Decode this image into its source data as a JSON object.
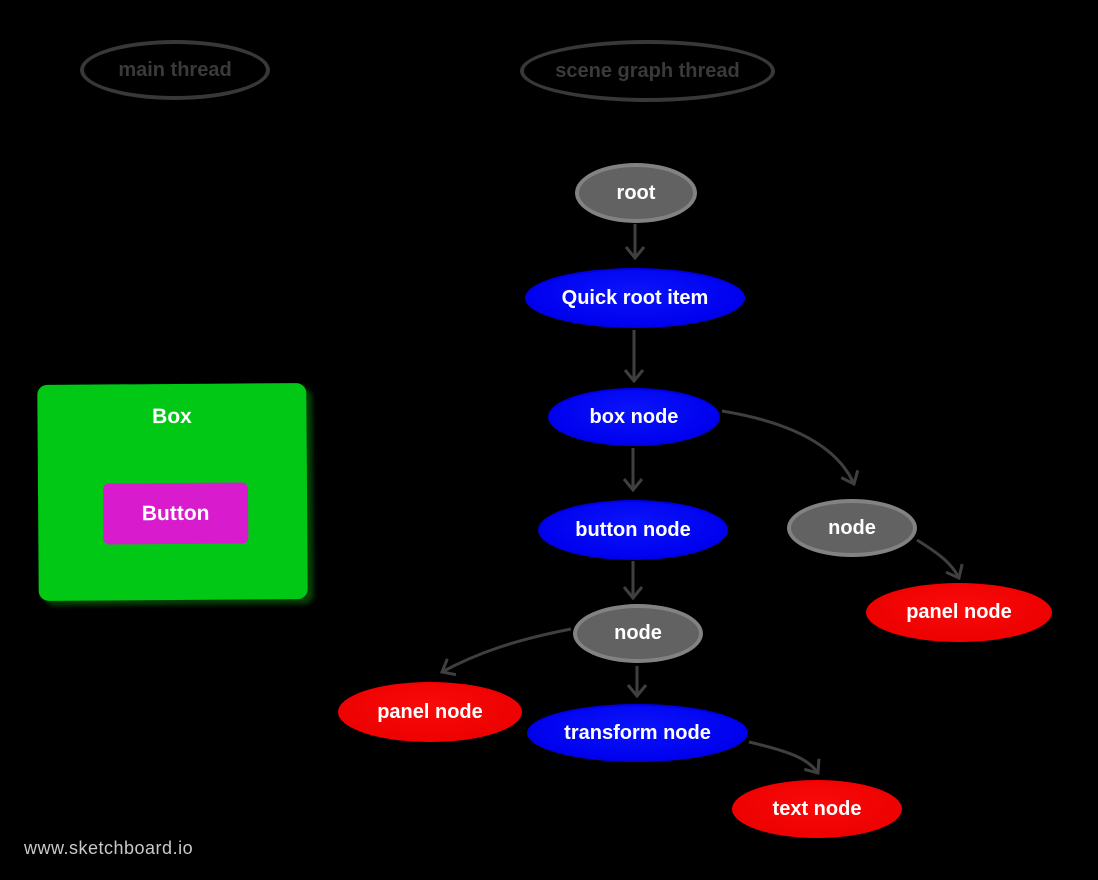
{
  "app": {
    "watermark": "www.sketchboard.io"
  },
  "colors": {
    "background": "#000000",
    "node_blue": "#0000ee",
    "node_gray": "#626262",
    "node_red": "#ec0000",
    "edge_stroke": "#3f3f3f",
    "thread_outline": "#383838",
    "box_green": "#00c814",
    "button_magenta": "#d81ccd",
    "watermark_text": "#c9c9c9",
    "node_text": "#ffffff"
  },
  "diagram": {
    "threads": [
      {
        "id": "main-thread",
        "label": "main thread"
      },
      {
        "id": "scene-graph-thread",
        "label": "scene graph thread"
      }
    ],
    "nodes": [
      {
        "id": "root",
        "label": "root",
        "kind": "internal",
        "color": "#626262"
      },
      {
        "id": "quick-root-item",
        "label": "Quick root item",
        "kind": "item",
        "color": "#0000ee"
      },
      {
        "id": "box-node",
        "label": "box node",
        "kind": "item",
        "color": "#0000ee"
      },
      {
        "id": "button-node",
        "label": "button node",
        "kind": "item",
        "color": "#0000ee"
      },
      {
        "id": "node-1",
        "label": "node",
        "kind": "internal",
        "color": "#626262"
      },
      {
        "id": "panel-node-1",
        "label": "panel node",
        "kind": "leaf",
        "color": "#ec0000"
      },
      {
        "id": "node-2",
        "label": "node",
        "kind": "internal",
        "color": "#626262"
      },
      {
        "id": "panel-node-2",
        "label": "panel node",
        "kind": "leaf",
        "color": "#ec0000"
      },
      {
        "id": "transform-node",
        "label": "transform node",
        "kind": "item",
        "color": "#0000ee"
      },
      {
        "id": "text-node",
        "label": "text node",
        "kind": "leaf",
        "color": "#ec0000"
      }
    ],
    "edges": [
      {
        "from": "root",
        "to": "quick-root-item"
      },
      {
        "from": "quick-root-item",
        "to": "box-node"
      },
      {
        "from": "box-node",
        "to": "button-node"
      },
      {
        "from": "box-node",
        "to": "node-1"
      },
      {
        "from": "node-1",
        "to": "panel-node-1"
      },
      {
        "from": "button-node",
        "to": "node-2"
      },
      {
        "from": "node-2",
        "to": "panel-node-2"
      },
      {
        "from": "node-2",
        "to": "transform-node"
      },
      {
        "from": "transform-node",
        "to": "text-node"
      }
    ]
  },
  "ui_preview": {
    "box_label": "Box",
    "button_label": "Button"
  }
}
